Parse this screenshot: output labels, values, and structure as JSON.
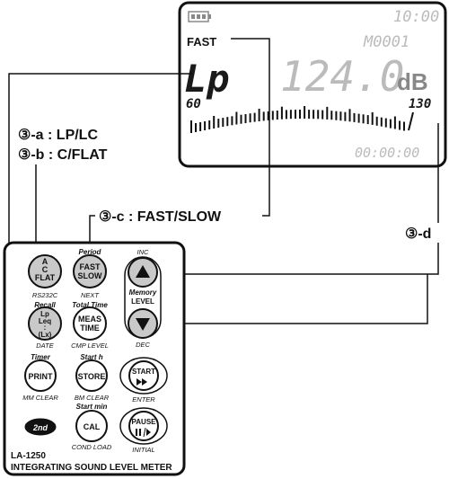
{
  "display": {
    "memory_time": "10:00",
    "memory_no": "M0001",
    "fast_indicator": "FAST",
    "main_mode": "Lp",
    "level_value": "124.0",
    "unit": "dB",
    "bar_min": "60",
    "bar_max": "130",
    "elapsed_time": "00:00:00"
  },
  "callouts": {
    "a": "③-a : LP/LC",
    "b": "③-b : C/FLAT",
    "c": "③-c : FAST/SLOW",
    "d": "③-d"
  },
  "panel": {
    "model": "LA-1250",
    "name": "INTEGRATING SOUND LEVEL METER",
    "buttons": {
      "acflat": {
        "l1": "A",
        "l2": "C",
        "l3": "FLAT",
        "below": "RS232C"
      },
      "fastslow": {
        "above": "Period",
        "l1": "FAST",
        "l2": "SLOW",
        "below": "NEXT"
      },
      "inc": {
        "above": "INC"
      },
      "level_group": {
        "l1": "Memory",
        "l2": "LEVEL"
      },
      "dec": {
        "below": "DEC"
      },
      "lpleq": {
        "above": "Recall",
        "l1": "Lp",
        "l2": "Leq",
        "l3": ":",
        "l4": "(Lx)",
        "below": "DATE"
      },
      "meastime": {
        "above": "Total Time",
        "l1": "MEAS",
        "l2": "TIME",
        "below": "CMP LEVEL"
      },
      "print": {
        "above": "Timer",
        "l1": "PRINT",
        "below": "MM CLEAR"
      },
      "store": {
        "above": "Start h",
        "l1": "STORE",
        "below": "BM CLEAR"
      },
      "start": {
        "l1": "START",
        "below": "ENTER"
      },
      "second": {
        "l1": "2nd"
      },
      "cal": {
        "above": "Start min",
        "l1": "CAL",
        "below": "COND LOAD"
      },
      "pause": {
        "l1": "PAUSE",
        "below": "INITIAL"
      }
    }
  }
}
